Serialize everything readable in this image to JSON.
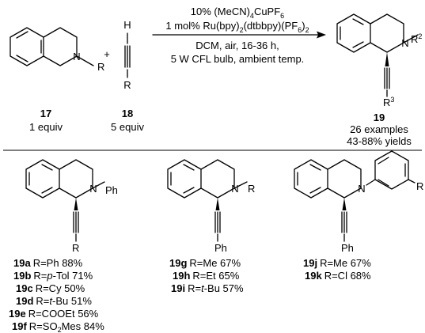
{
  "conditions": {
    "line1": {
      "pre": "10% (MeCN)",
      "sub": "4",
      "post": "CuPF",
      "sub2": "6"
    },
    "line2": {
      "a": "1 mol% Ru(bpy)",
      "s1": "2",
      "b": "(dtbbpy)(PF",
      "s2": "6",
      "c": ")",
      "s3": "2"
    },
    "line3": "DCM, air, 16-36 h,",
    "line4": "5 W CFL bulb, ambient temp."
  },
  "plus_sign": "+",
  "reactant17": {
    "number": "17",
    "equiv": "1 equiv",
    "atom_n": "N",
    "group_r": "R"
  },
  "reactant18": {
    "number": "18",
    "equiv": "5 equiv",
    "atom_h": "H",
    "group_r": "R"
  },
  "product19": {
    "number": "19",
    "atom_n": "N",
    "r2_label": "R",
    "r2_sup": "2",
    "r3_label": "R",
    "r3_sup": "3",
    "examples": "26 examples",
    "yields": "43-88% yields"
  },
  "group_a": {
    "n_label": "N",
    "n_substituent": "Ph",
    "alkyne_sub": "R",
    "entries": [
      {
        "id": "19a",
        "pre": "R=Ph 88%"
      },
      {
        "id": "19b",
        "pre": "R=",
        "it": "p",
        "post": "-Tol 71%"
      },
      {
        "id": "19c",
        "pre": "R=Cy 50%"
      },
      {
        "id": "19d",
        "pre": "R=",
        "it": "t",
        "post": "-Bu 51%"
      },
      {
        "id": "19e",
        "pre": "R=COOEt 56%"
      },
      {
        "id": "19f",
        "pre": "R=SO",
        "sub": "2",
        "post": "Mes 84%"
      }
    ]
  },
  "group_b": {
    "n_label": "N",
    "n_substituent": "R",
    "alkyne_sub": "Ph",
    "entries": [
      {
        "id": "19g",
        "pre": "R=Me 67%"
      },
      {
        "id": "19h",
        "pre": "R=Et 65%"
      },
      {
        "id": "19i",
        "pre": "R=",
        "it": "t",
        "post": "-Bu 57%"
      }
    ]
  },
  "group_c": {
    "n_label": "N",
    "para_substituent": "R",
    "alkyne_sub": "Ph",
    "entries": [
      {
        "id": "19j",
        "pre": "R=Me 67%"
      },
      {
        "id": "19k",
        "pre": "R=Cl 68%"
      }
    ]
  }
}
